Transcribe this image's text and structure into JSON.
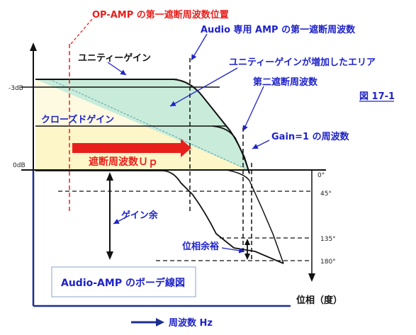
{
  "labels": {
    "opamp_cutoff": "OP-AMP の第一遮断周波数位置",
    "audio_amp_cutoff": "Audio 専用 AMP の第一遮断周波数",
    "unity_gain": "ユニティーゲイン",
    "unity_gain_increased_area": "ユニティーゲインが増加したエリア",
    "second_cutoff": "第二遮断周波数",
    "figure_number": "図 17-1",
    "closed_gain": "クローズドゲイン",
    "gain_equals_one": "Gain=1 の周波数",
    "cutoff_up": "遮断周波数Ｕｐ",
    "gain_margin": "ゲイン余",
    "phase_margin": "位相余裕",
    "diagram_title": "Audio-AMP のボーデ線図",
    "phase_axis": "位相（度）",
    "freq_axis": "周波数  Hz"
  },
  "ticks": {
    "minus_3db": "-3dB",
    "zero_db": "0dB",
    "phase_0": "0°",
    "phase_45": "45°",
    "phase_135": "135°",
    "phase_180": "180°"
  },
  "colors": {
    "unity_area_fill": "#c8ecd9",
    "closed_area_fill": "#fdf6c8",
    "callout_blue": "#1f23c8",
    "callout_red": "#e8201c",
    "frame_blue": "#1c2f8f"
  }
}
